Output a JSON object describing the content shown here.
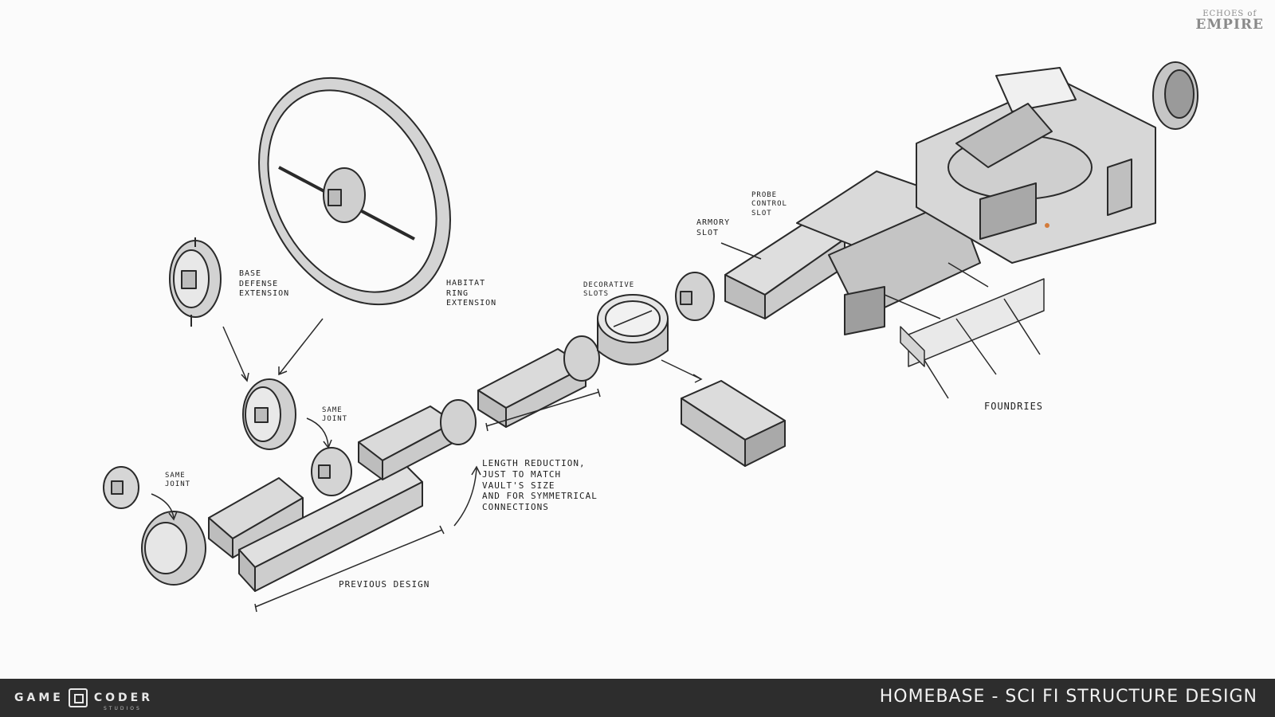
{
  "brand": {
    "game_logo_small": "ECHOES of",
    "game_logo_main": "EMPIRE",
    "studio_word1": "GAME",
    "studio_word2": "CODER",
    "studio_sub": "STUDIOS"
  },
  "footer": {
    "title": "HOMEBASE - SCI FI STRUCTURE DESIGN"
  },
  "annotations": {
    "base_defense": "Base\nDefense\nExtension",
    "habitat_ring": "Habitat\nRing\nExtension",
    "same_joint_upper": "Same\nJoint",
    "same_joint_lower": "Same\nJoint",
    "decorative_slots": "Decorative\nSlots",
    "armory_slot": "Armory\nSlot",
    "probe_control": "Probe\nControl\nSlot",
    "foundries": "Foundries",
    "length_reduction": "Length reduction,\njust to match\nVault's size\nand for symmetrical\nconnections",
    "previous_design": "Previous design"
  },
  "colors": {
    "line": "#2a2a2a",
    "fill_light": "#e4e4e4",
    "fill_mid": "#c9c9c9",
    "fill_dark": "#9d9d9d",
    "footer_bg": "#2d2d2d"
  }
}
